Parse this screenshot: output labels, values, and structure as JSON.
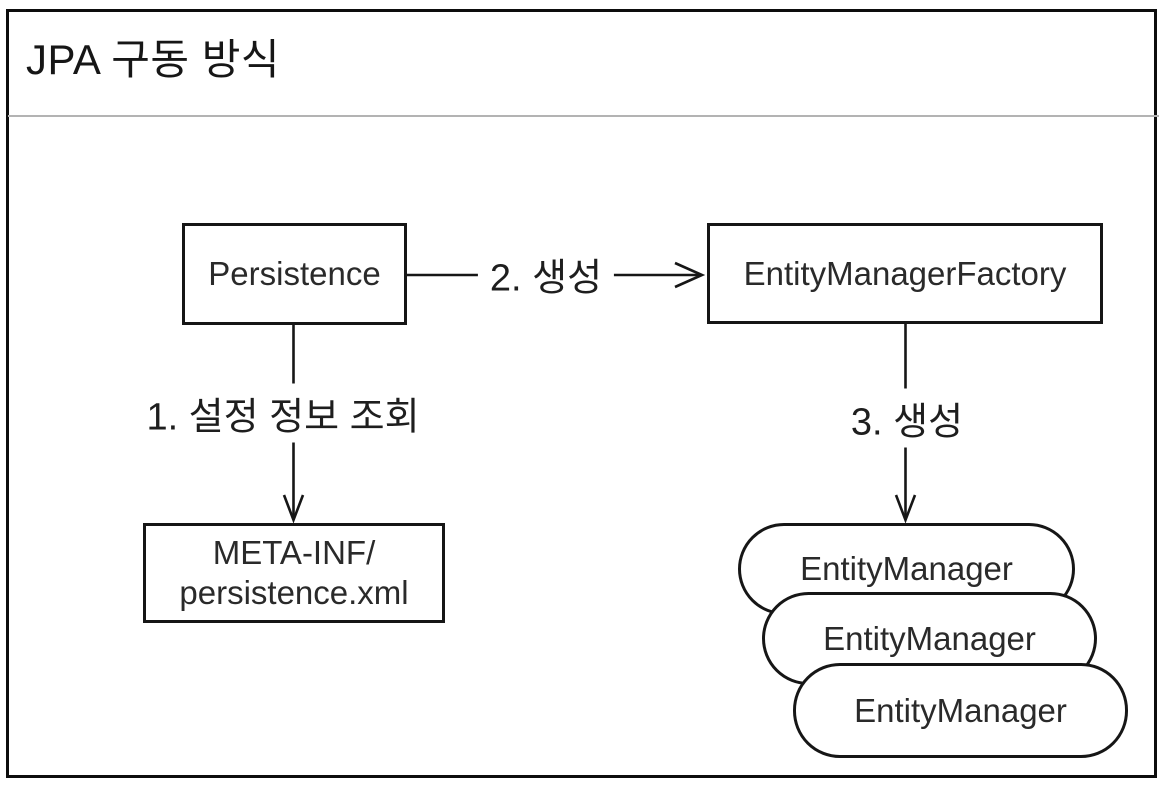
{
  "slide": {
    "title": "JPA 구동 방식"
  },
  "diagram": {
    "nodes": {
      "persistence": {
        "label": "Persistence"
      },
      "entity_manager_factory": {
        "label": "EntityManagerFactory"
      },
      "persistence_xml": {
        "label_line1": "META-INF/",
        "label_line2": "persistence.xml"
      },
      "entity_managers": [
        {
          "label": "EntityManager"
        },
        {
          "label": "EntityManager"
        },
        {
          "label": "EntityManager"
        }
      ]
    },
    "edges": {
      "step1": {
        "label": "1. 설정 정보 조회",
        "from": "Persistence",
        "to": "META-INF/persistence.xml"
      },
      "step2": {
        "label": "2. 생성",
        "from": "Persistence",
        "to": "EntityManagerFactory"
      },
      "step3": {
        "label": "3. 생성",
        "from": "EntityManagerFactory",
        "to": "EntityManager"
      }
    },
    "colors": {
      "stroke": "#161616",
      "background": "#ffffff",
      "divider": "#b3b3b3"
    }
  }
}
